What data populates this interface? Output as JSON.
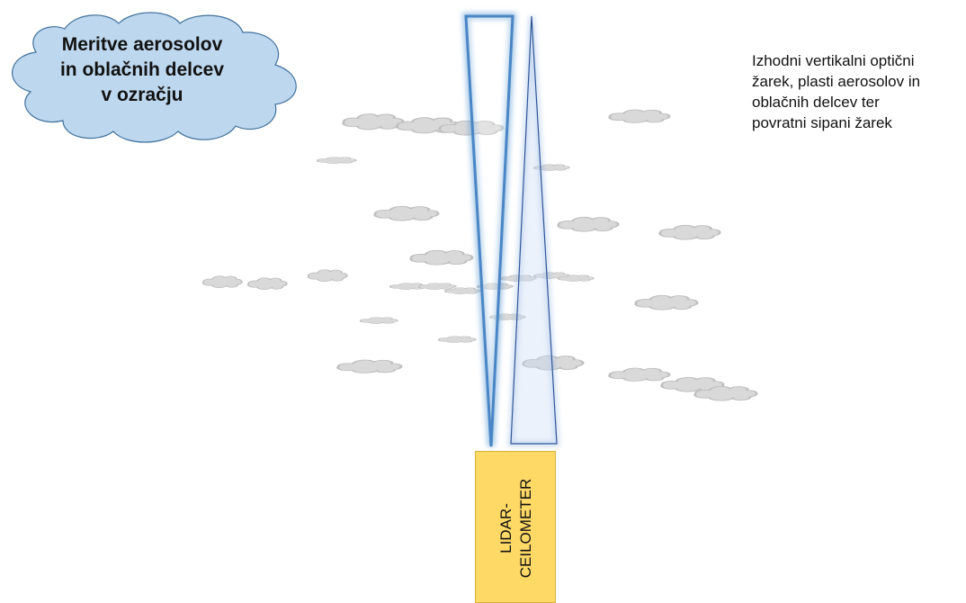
{
  "title_cloud": {
    "lines": [
      "Meritve aerosolov",
      "in oblačnih delcev",
      "v ozračju"
    ],
    "fill_color": "#bdd7ee",
    "stroke_color": "#41719c"
  },
  "description": {
    "lines": [
      "Izhodni vertikalni optični",
      "žarek, plasti aerosolov in",
      "oblačnih delcev ter",
      "povratni sipani žarek"
    ]
  },
  "device": {
    "lines": [
      "LIDAR-",
      "CEILOMETER"
    ],
    "color": "#ffd966"
  },
  "beams": {
    "outgoing_color": "#5b9bd5",
    "backscatter_color": "#8fb4e3"
  },
  "particle_cloud_color": "#d9d9d9"
}
